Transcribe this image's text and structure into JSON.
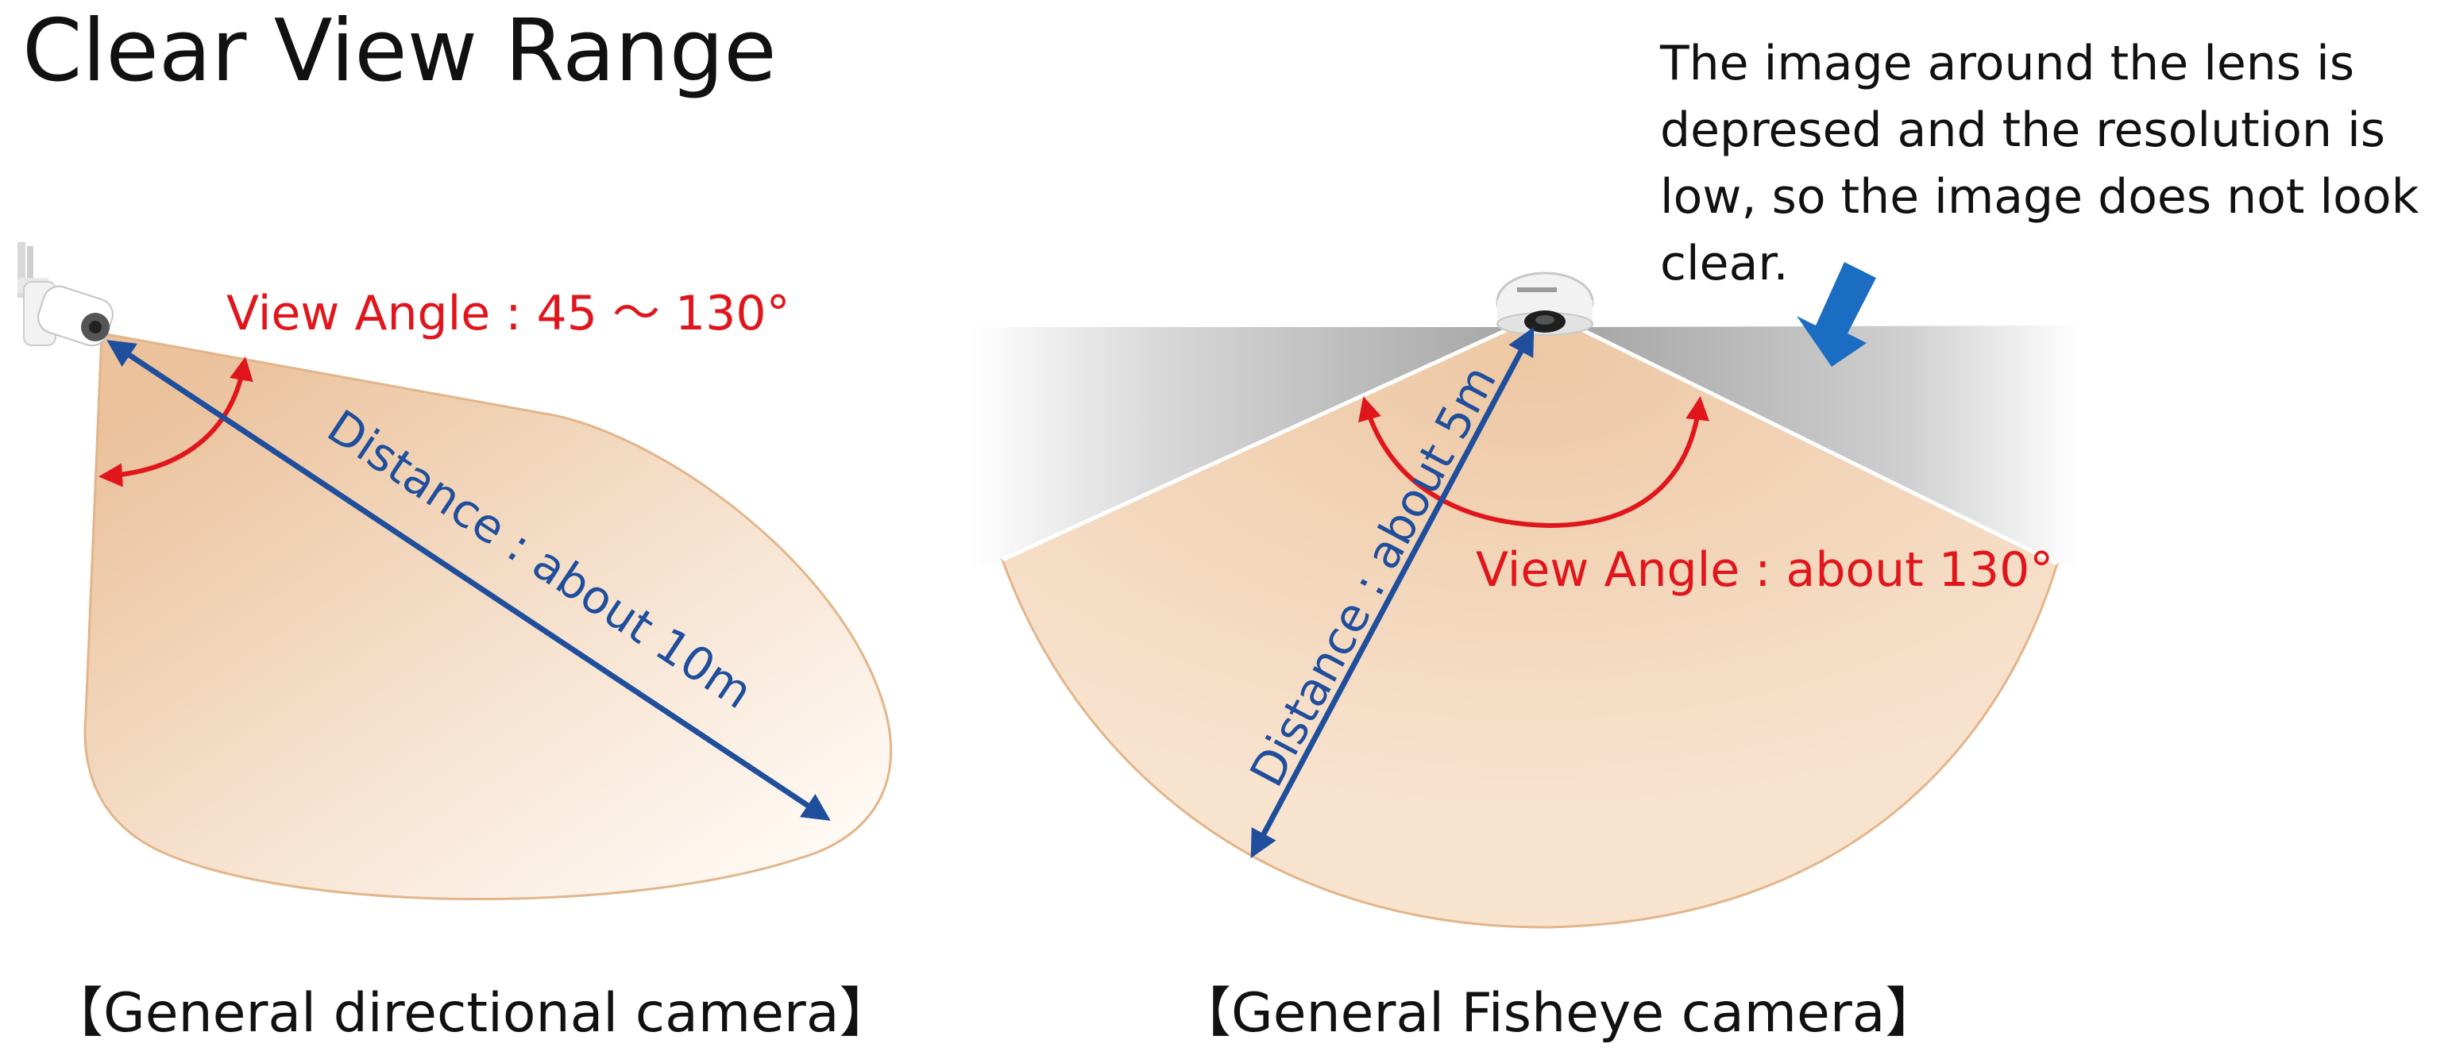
{
  "title": "Clear View Range",
  "note": "The image around the lens is\ndepresed and the resolution is\nlow, so the image does not look\nclear.",
  "directional": {
    "view_angle_label": "View Angle : 45 〜 130°",
    "distance_label": "Distance : about 10m",
    "caption": "【General directional camera】"
  },
  "fisheye": {
    "view_angle_label": "View Angle : about 130°",
    "distance_label": "Distance : about 5m",
    "caption": "【General Fisheye camera】"
  },
  "colors": {
    "range_fill": "#f0d2b5",
    "range_stroke": "#e6b98c",
    "angle_arrow": "#e0161c",
    "distance_arrow": "#1f4e9c",
    "callout_arrow": "#1a6dc2",
    "low_res_shade": "#a8a8a8",
    "label_red": "#e0161c",
    "label_blue": "#1f4e9c"
  }
}
